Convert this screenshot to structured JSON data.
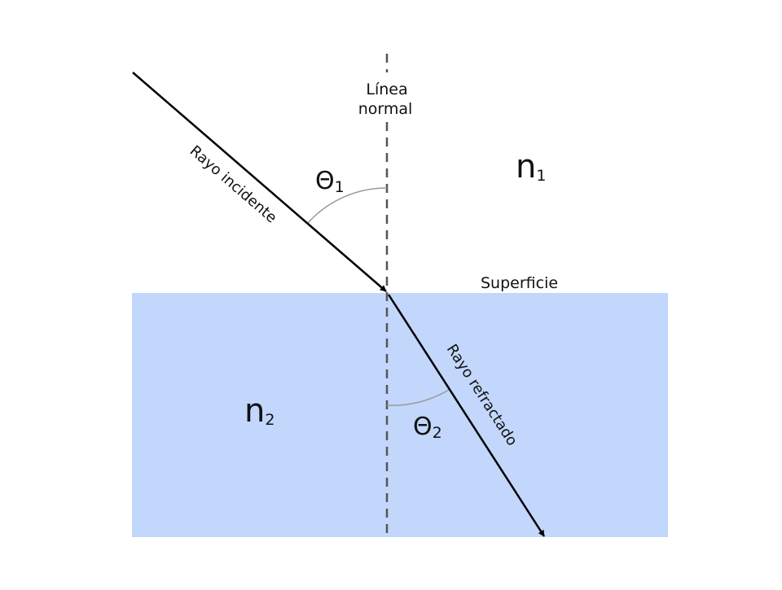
{
  "diagram": {
    "normal_label_line1": "Línea",
    "normal_label_line2": "normal",
    "surface_label": "Superficie",
    "incident_ray_label": "Rayo incidente",
    "refracted_ray_label": "Rayo refractado",
    "medium1": {
      "symbol": "n",
      "subscript": "1"
    },
    "medium2": {
      "symbol": "n",
      "subscript": "2"
    },
    "angle1": {
      "symbol": "Θ",
      "subscript": "1"
    },
    "angle2": {
      "symbol": "Θ",
      "subscript": "2"
    },
    "colors": {
      "medium2_fill": "#c2d7fb",
      "ray": "#000000",
      "normal_line": "#555555",
      "angle_arc": "#999999"
    }
  }
}
